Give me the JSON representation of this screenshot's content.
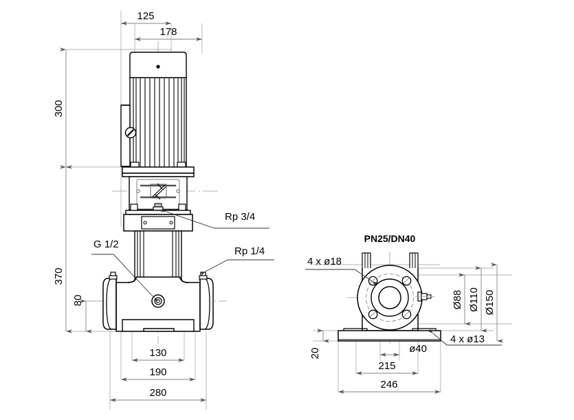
{
  "drawing": {
    "type": "technical-dimensional-drawing",
    "subject": "vertical multistage centrifugal pump",
    "views": [
      {
        "id": "front-view",
        "label": ""
      },
      {
        "id": "side-view",
        "label": "PN25/DN40"
      }
    ]
  },
  "front_view": {
    "dimensions": {
      "d125": "125",
      "d178": "178",
      "d300": "300",
      "d370": "370",
      "d80": "80",
      "d130": "130",
      "d190": "190",
      "d280": "280"
    },
    "callouts": {
      "rp34": "Rp 3/4",
      "g12": "G 1/2",
      "rp14": "Rp 1/4"
    }
  },
  "side_view": {
    "title": "PN25/DN40",
    "callouts": {
      "holes18": "4 x ø18",
      "holes13": "4 x ø13"
    },
    "dimensions": {
      "d88": "Ø88",
      "d110": "Ø110",
      "d150": "Ø150",
      "d40": "ø40",
      "d20": "20",
      "d215": "215",
      "d246": "246"
    }
  },
  "style": {
    "line_color": "#000000",
    "dim_line_color": "#808080",
    "center_line_color": "#999999",
    "background": "#ffffff"
  }
}
